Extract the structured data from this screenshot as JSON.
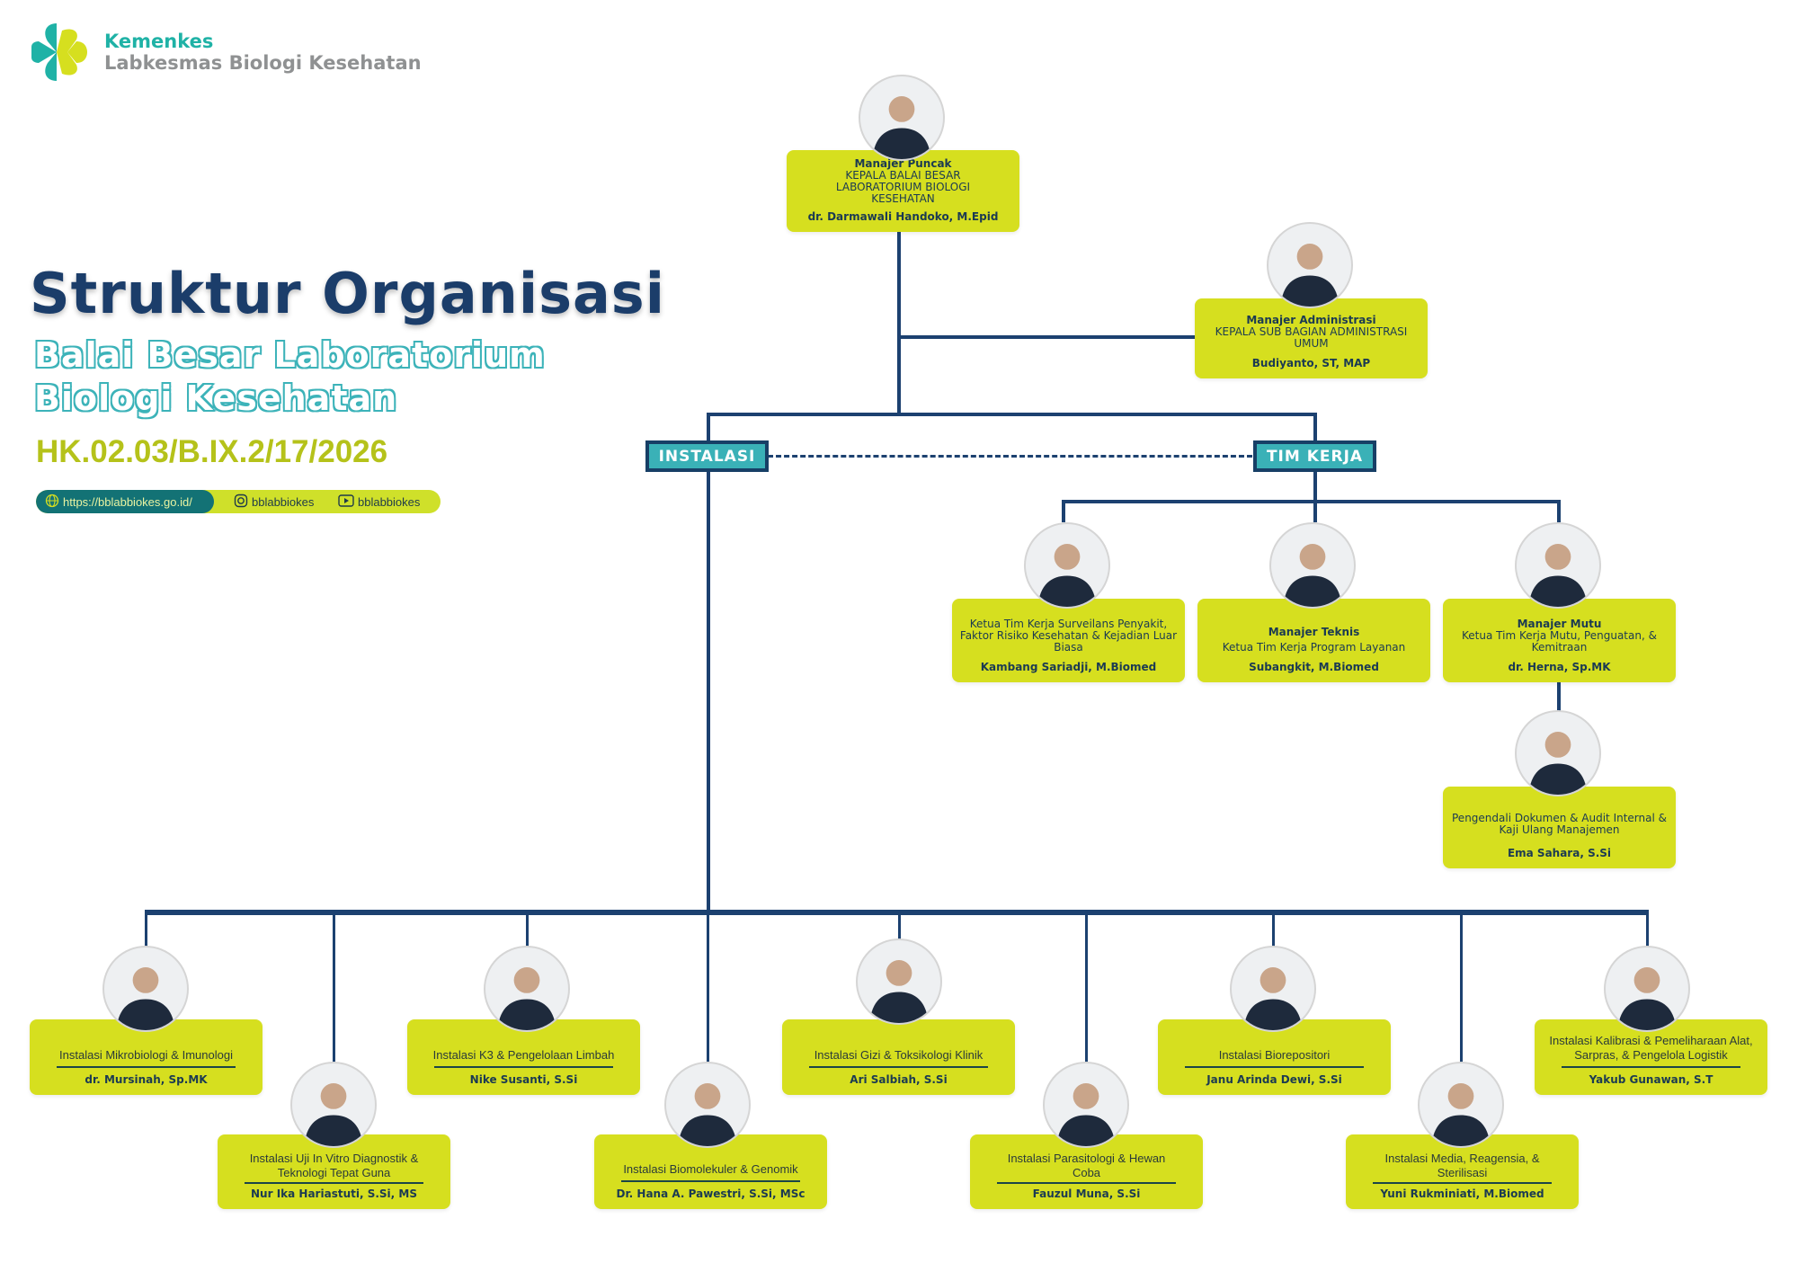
{
  "logo": {
    "brand": "Kemenkes",
    "org": "Labkesmas Biologi Kesehatan"
  },
  "title": {
    "main": "Struktur Organisasi",
    "sub_line1": "Balai Besar Laboratorium",
    "sub_line2": "Biologi Kesehatan",
    "code": "HK.02.03/B.IX.2/17/2026"
  },
  "contacts": {
    "website": "https://bblabbiokes.go.id/",
    "instagram": "bblabbiokes",
    "youtube": "bblabbiokes"
  },
  "categories": {
    "instalasi": "INSTALASI",
    "tim_kerja": "TIM KERJA"
  },
  "colors": {
    "box": "#d6df1f",
    "line": "#1c4170",
    "category": "#3ab1b7",
    "title": "#1b3d6a"
  },
  "top": {
    "role": "Manajer Puncak",
    "desc": "KEPALA BALAI BESAR LABORATORIUM BIOLOGI KESEHATAN",
    "name": "dr. Darmawali Handoko, M.Epid"
  },
  "admin": {
    "role": "Manajer Administrasi",
    "desc": "KEPALA SUB BAGIAN ADMINISTRASI UMUM",
    "name": "Budiyanto, ST, MAP"
  },
  "tim": [
    {
      "role": "",
      "desc": "Ketua Tim Kerja Surveilans Penyakit, Faktor Risiko Kesehatan & Kejadian Luar Biasa",
      "name": "Kambang Sariadji, M.Biomed"
    },
    {
      "role": "Manajer Teknis",
      "desc": "Ketua Tim Kerja Program Layanan",
      "name": "Subangkit, M.Biomed"
    },
    {
      "role": "Manajer Mutu",
      "desc": "Ketua Tim Kerja Mutu, Penguatan, & Kemitraan",
      "name": "dr. Herna, Sp.MK"
    }
  ],
  "mutu_sub": {
    "desc": "Pengendali Dokumen & Audit Internal & Kaji Ulang Manajemen",
    "name": "Ema Sahara, S.Si"
  },
  "instalasi": [
    {
      "unit": "Instalasi Mikrobiologi & Imunologi",
      "name": "dr. Mursinah, Sp.MK"
    },
    {
      "unit": "Instalasi Uji In Vitro Diagnostik & Teknologi Tepat Guna",
      "name": "Nur Ika Hariastuti, S.Si, MS"
    },
    {
      "unit": "Instalasi K3 & Pengelolaan Limbah",
      "name": "Nike Susanti, S.Si"
    },
    {
      "unit": "Instalasi Biomolekuler & Genomik",
      "name": "Dr. Hana A. Pawestri, S.Si, MSc"
    },
    {
      "unit": "Instalasi Gizi & Toksikologi Klinik",
      "name": "Ari Salbiah, S.Si"
    },
    {
      "unit": "Instalasi Parasitologi & Hewan Coba",
      "name": "Fauzul Muna, S.Si"
    },
    {
      "unit": "Instalasi Biorepositori",
      "name": "Janu Arinda Dewi, S.Si"
    },
    {
      "unit": "Instalasi Media, Reagensia, & Sterilisasi",
      "name": "Yuni Rukminiati, M.Biomed"
    },
    {
      "unit": "Instalasi Kalibrasi & Pemeliharaan Alat, Sarpras, & Pengelola Logistik",
      "name": "Yakub Gunawan, S.T"
    }
  ]
}
